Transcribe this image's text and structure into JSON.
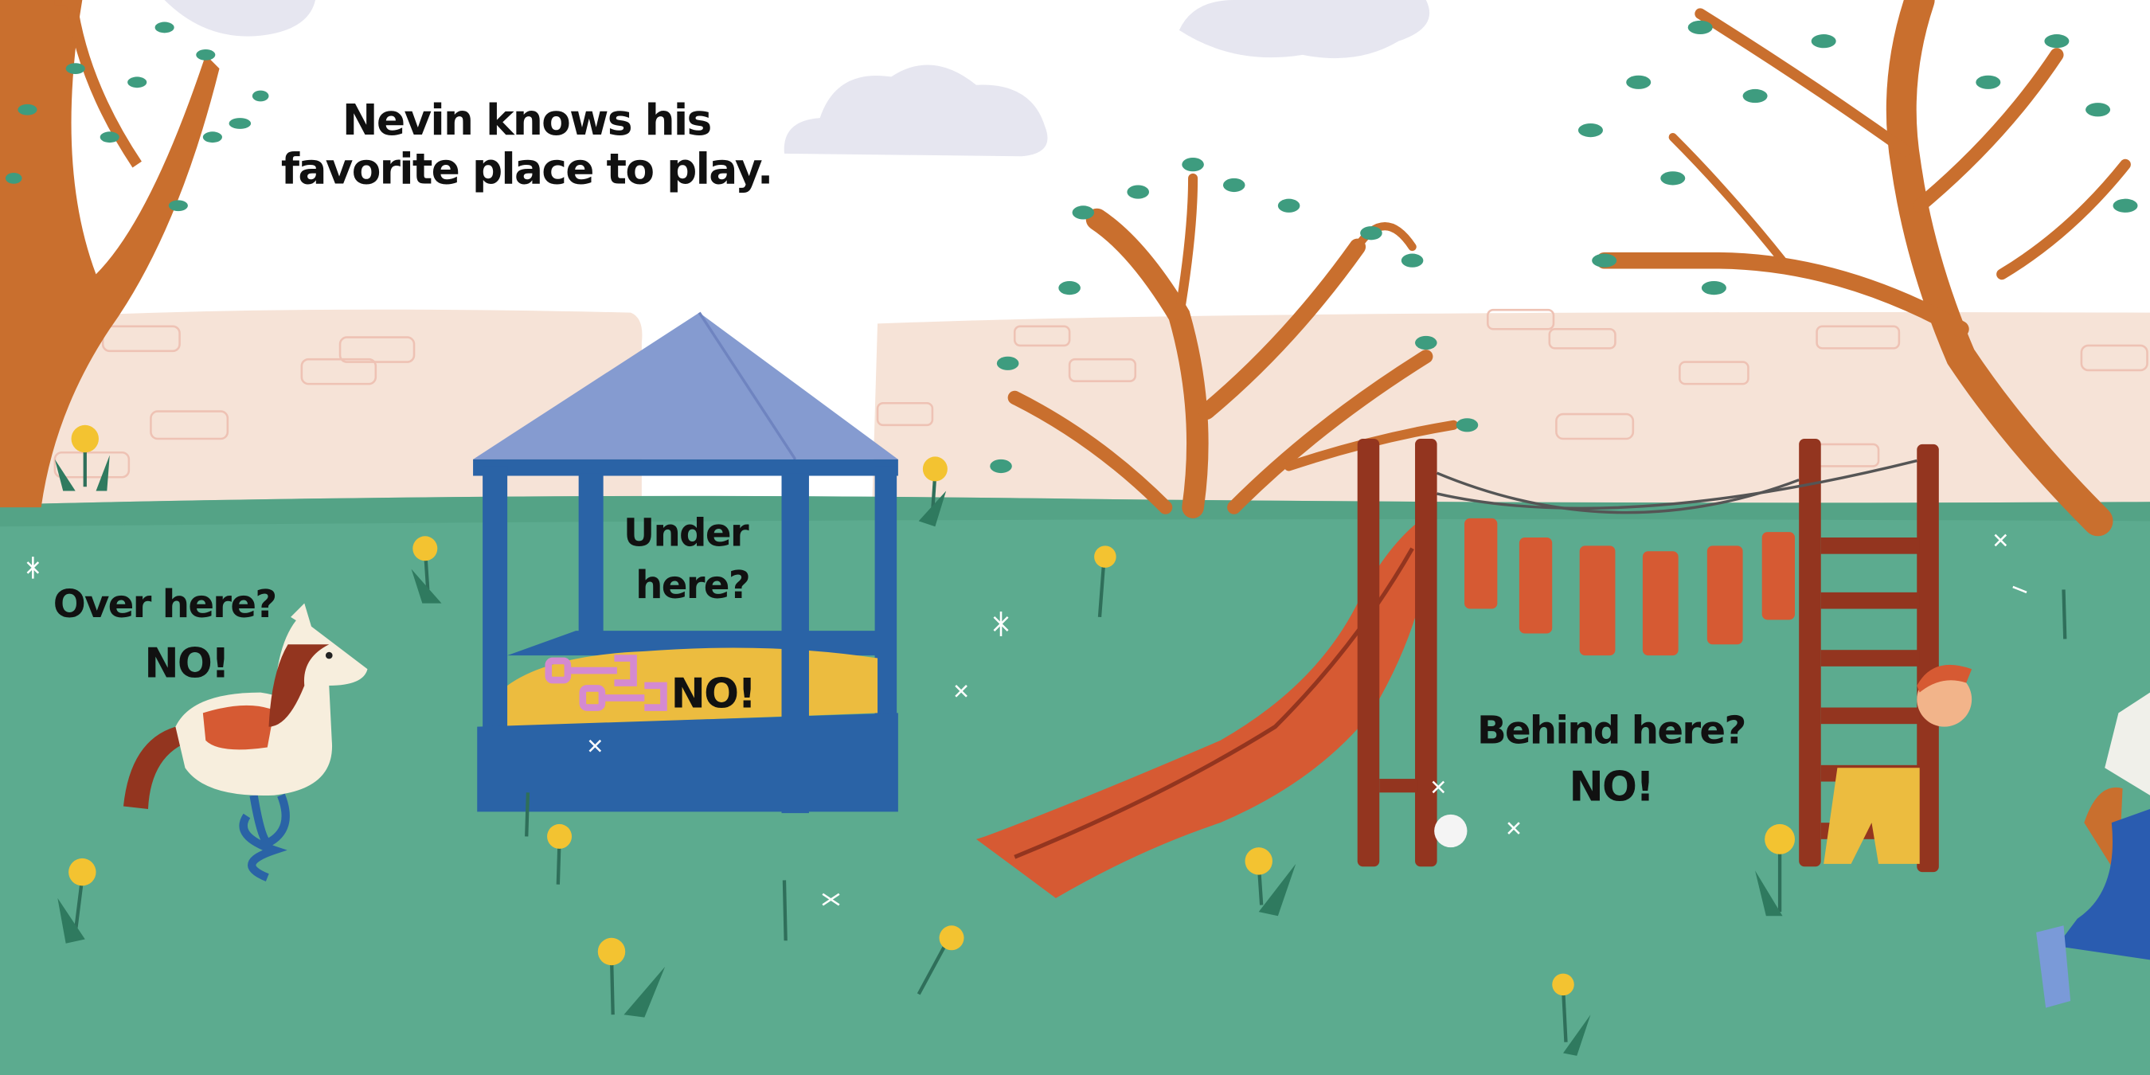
{
  "story": {
    "intro_line1": "Nevin knows his",
    "intro_line2": "favorite place to play.",
    "over_question": "Over here?",
    "over_answer": "NO!",
    "under_question_line1": "Under",
    "under_question_line2": "here?",
    "under_answer": "NO!",
    "behind_question": "Behind here?",
    "behind_answer": "NO!"
  },
  "colors": {
    "sky": "#ffffff",
    "cloud": "#e6e6f0",
    "wall": "#f6e3d7",
    "brick_outline": "#eec2b4",
    "grass": "#5cab8f",
    "tree_trunk": "#c96f2e",
    "leaf": "#3e9c7f",
    "gazebo_roof": "#859bd0",
    "gazebo_frame": "#2a63a6",
    "sand": "#ecbc3f",
    "slide": "#d65a33",
    "playset_wood": "#93351f",
    "dandelion": "#f3c331"
  }
}
